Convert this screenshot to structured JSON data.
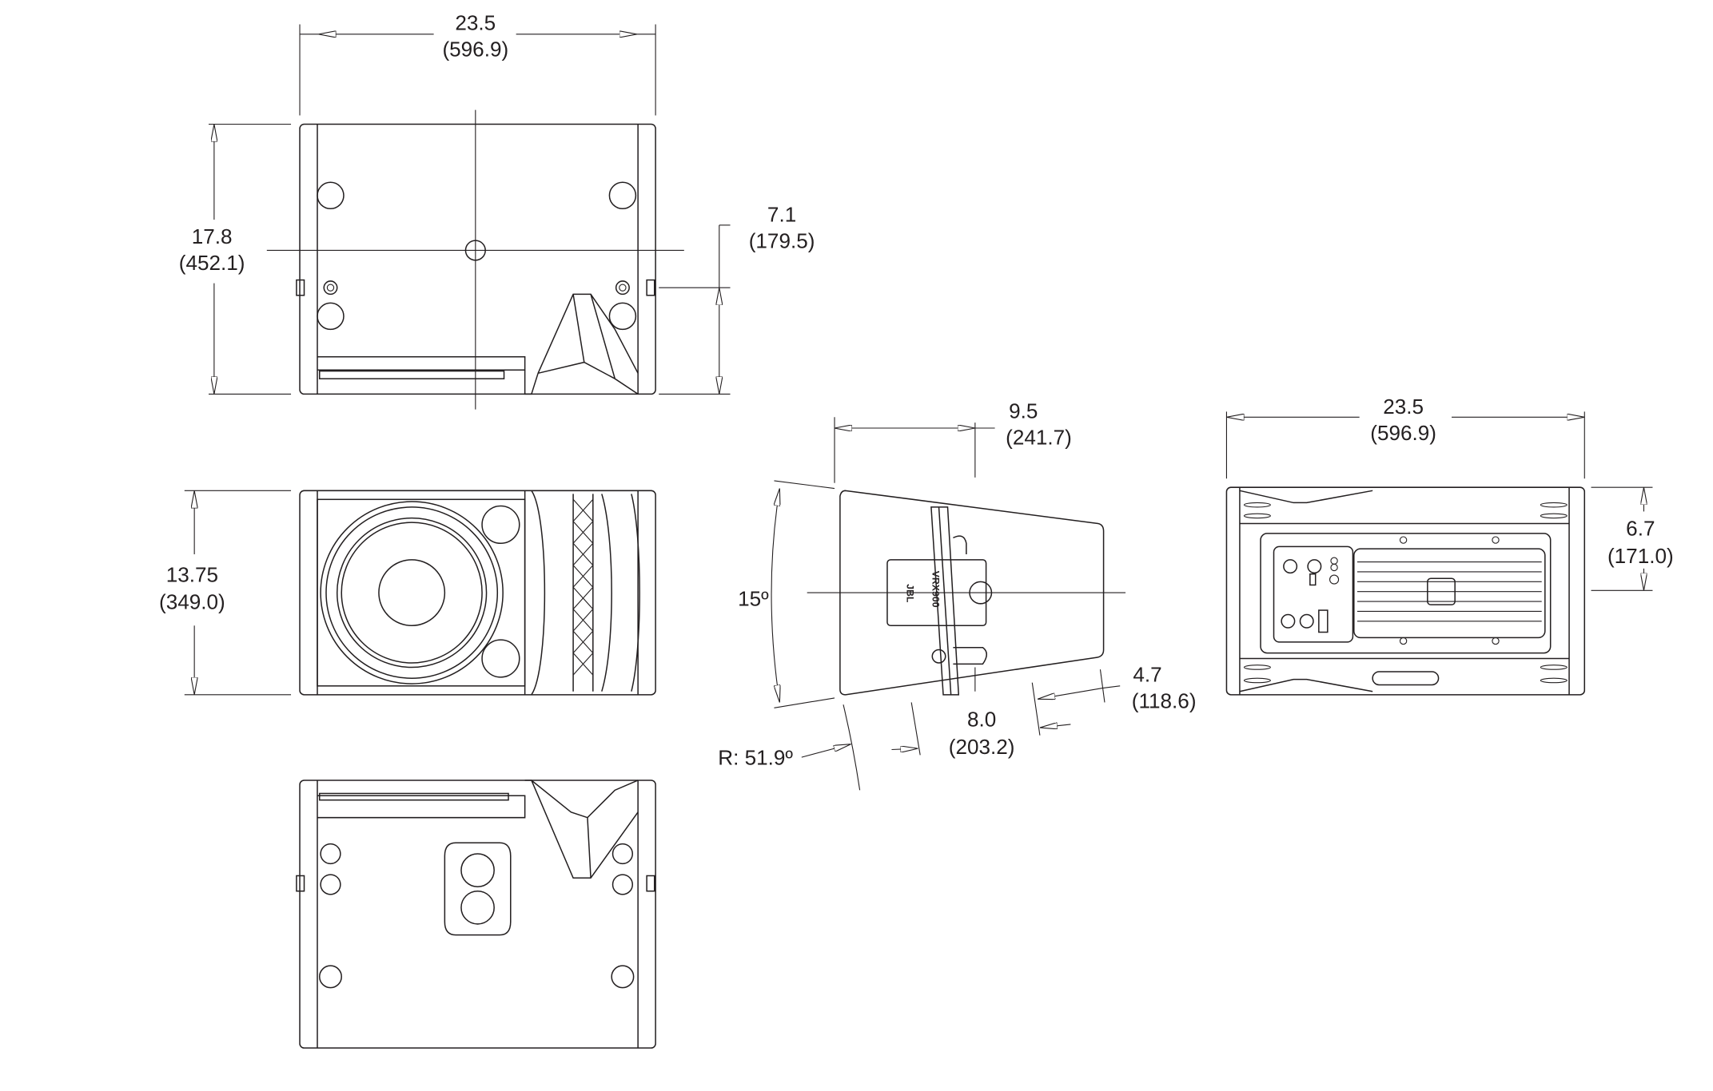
{
  "views": {
    "top": {
      "width": {
        "in": "23.5",
        "mm": "(596.9)"
      },
      "depth": {
        "in": "17.8",
        "mm": "(452.1)"
      },
      "rigging_offset": {
        "in": "7.1",
        "mm": "(179.5)"
      }
    },
    "front": {
      "height": {
        "in": "13.75",
        "mm": "(349.0)"
      }
    },
    "side": {
      "depth": {
        "in": "9.5",
        "mm": "(241.7)"
      },
      "angle": "15º",
      "radius": "R: 51.9º",
      "bracket_offset": {
        "in": "8.0",
        "mm": "(203.2)"
      },
      "rear_offset": {
        "in": "4.7",
        "mm": "(118.6)"
      },
      "logo": "JBL",
      "model": "VRX900"
    },
    "rear": {
      "width": {
        "in": "23.5",
        "mm": "(596.9)"
      },
      "height": {
        "in": "6.7",
        "mm": "(171.0)"
      }
    }
  },
  "colors": {
    "line": "#231f20",
    "background": "#ffffff"
  }
}
